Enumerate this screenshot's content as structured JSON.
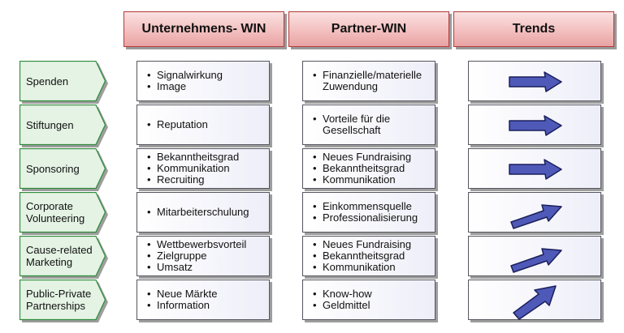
{
  "headers": {
    "company": "Unternehmens- WIN",
    "partner": "Partner-WIN",
    "trends": "Trends"
  },
  "rows": [
    {
      "label": [
        "Spenden"
      ],
      "company": [
        "Signalwirkung",
        "Image"
      ],
      "partner": [
        "Finanzielle/materielle Zuwendung"
      ],
      "trend": "right"
    },
    {
      "label": [
        "Stiftungen"
      ],
      "company": [
        "Reputation"
      ],
      "partner": [
        "Vorteile für die Gesellschaft"
      ],
      "trend": "right"
    },
    {
      "label": [
        "Sponsoring"
      ],
      "company": [
        "Bekanntheitsgrad",
        "Kommunikation",
        "Recruiting"
      ],
      "partner": [
        "Neues Fundraising",
        "Bekanntheitsgrad",
        "Kommunikation"
      ],
      "trend": "right"
    },
    {
      "label": [
        "Corporate",
        "Volunteering"
      ],
      "company": [
        "Mitarbeiterschulung"
      ],
      "partner": [
        "Einkommensquelle",
        "Professionalisierung"
      ],
      "trend": "up-right"
    },
    {
      "label": [
        "Cause-related",
        "Marketing"
      ],
      "company": [
        "Wettbewerbsvorteil",
        "Zielgruppe",
        "Umsatz"
      ],
      "partner": [
        "Neues Fundraising",
        "Bekanntheitsgrad",
        "Kommunikation"
      ],
      "trend": "up-right"
    },
    {
      "label": [
        "Public-Private",
        "Partnerships"
      ],
      "company": [
        "Neue Märkte",
        "Information"
      ],
      "partner": [
        "Know-how",
        "Geldmittel"
      ],
      "trend": "steep-up-right"
    }
  ],
  "colors": {
    "header_fill": "#f2bcbc",
    "header_border": "#b03b3b",
    "label_fill": "#e4f3e4",
    "label_border": "#2f8a3a",
    "cell_border": "#55555f",
    "arrow_fill": "#4f59b8",
    "arrow_stroke": "#1a1f5a"
  },
  "icons": {
    "row_label": "chevron-pentagon",
    "trend": "arrow-icon"
  }
}
